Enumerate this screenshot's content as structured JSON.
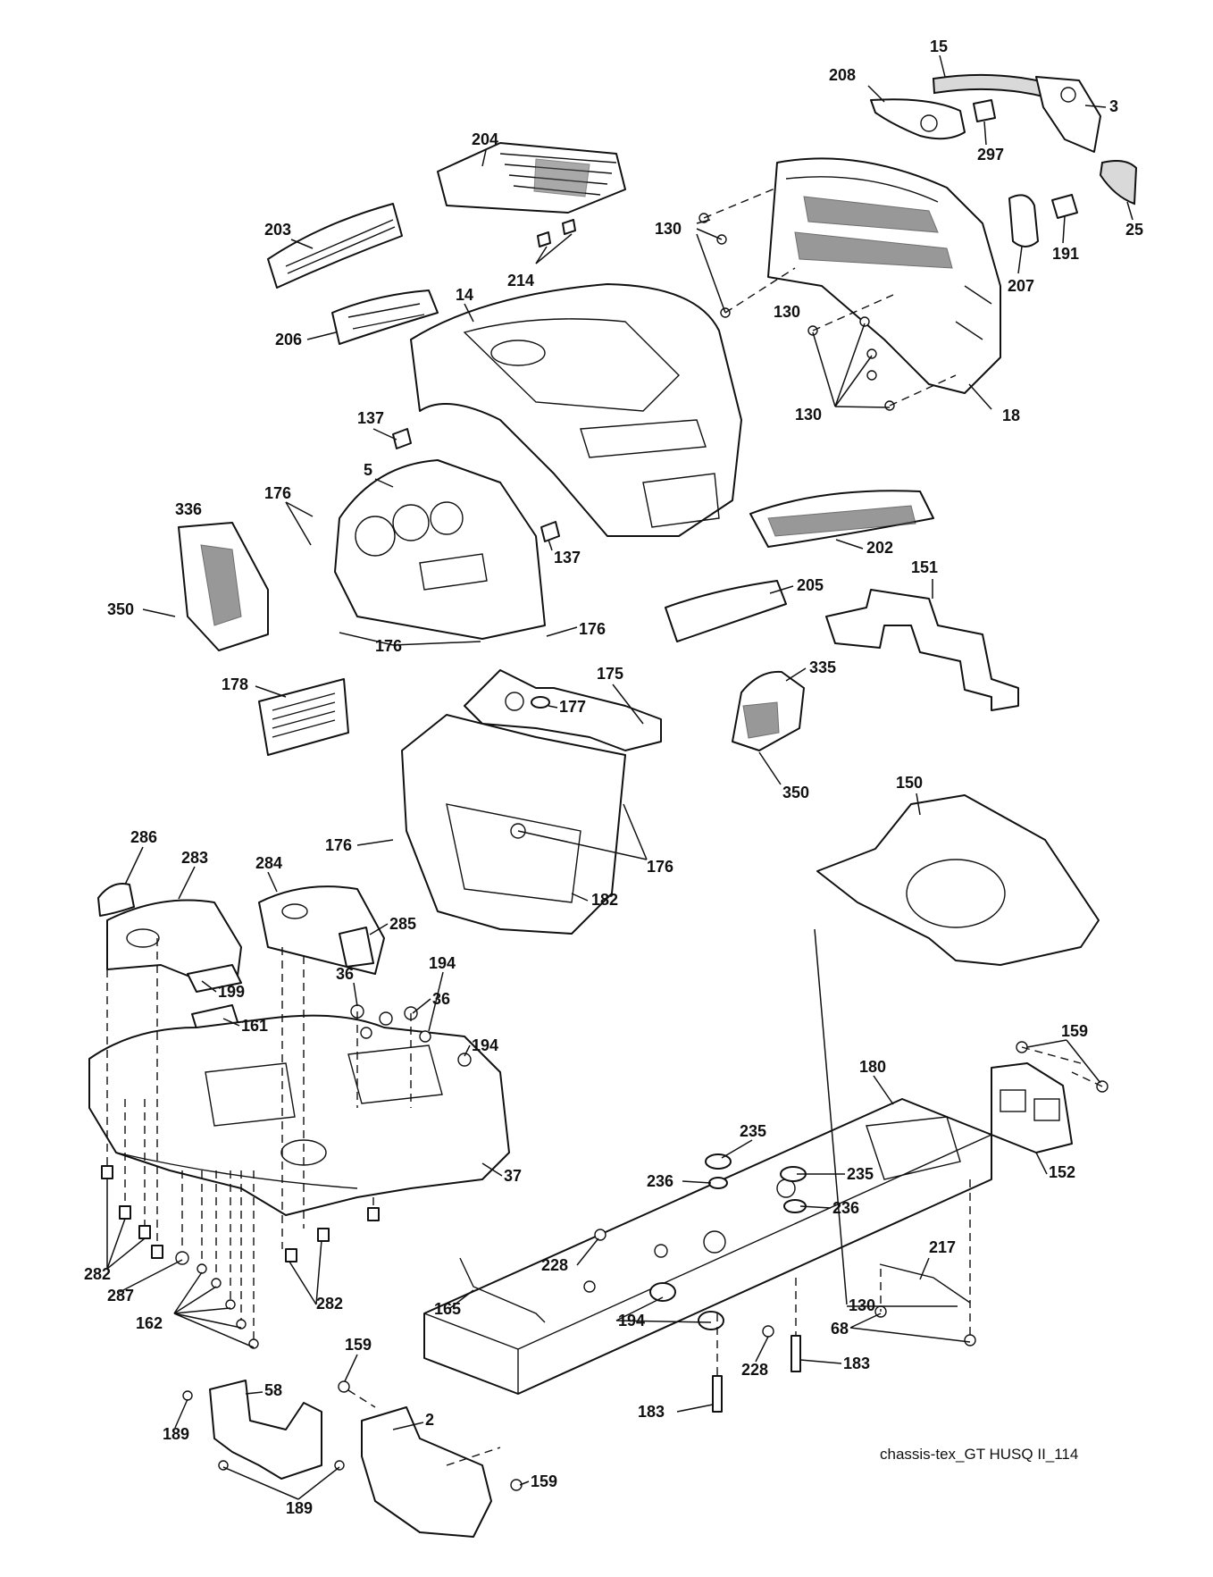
{
  "caption": "chassis-tex_GT HUSQ II_114",
  "labels": {
    "l15": "15",
    "l208": "208",
    "l3": "3",
    "l297": "297",
    "l25": "25",
    "l191": "191",
    "l207": "207",
    "l204": "204",
    "l203": "203",
    "l214": "214",
    "l130a": "130",
    "l130b": "130",
    "l130c": "130",
    "l130d": "130",
    "l14": "14",
    "l206": "206",
    "l18": "18",
    "l137a": "137",
    "l137b": "137",
    "l5": "5",
    "l176a": "176",
    "l176b": "176",
    "l176c": "176",
    "l176d": "176",
    "l176e": "176",
    "l336": "336",
    "l350a": "350",
    "l350b": "350",
    "l202": "202",
    "l205": "205",
    "l151": "151",
    "l175": "175",
    "l177": "177",
    "l178": "178",
    "l335": "335",
    "l150": "150",
    "l182": "182",
    "l286": "286",
    "l283": "283",
    "l284": "284",
    "l285": "285",
    "l36a": "36",
    "l36b": "36",
    "l194a": "194",
    "l194b": "194",
    "l194c": "194",
    "l199": "199",
    "l161": "161",
    "l37": "37",
    "l180": "180",
    "l159a": "159",
    "l159b": "159",
    "l159c": "159",
    "l152": "152",
    "l235a": "235",
    "l235b": "235",
    "l236a": "236",
    "l236b": "236",
    "l217": "217",
    "l228a": "228",
    "l228b": "228",
    "l282a": "282",
    "l282b": "282",
    "l287": "287",
    "l162": "162",
    "l165": "165",
    "l68": "68",
    "l183a": "183",
    "l183b": "183",
    "l58": "58",
    "l2": "2",
    "l189a": "189",
    "l189b": "189"
  }
}
